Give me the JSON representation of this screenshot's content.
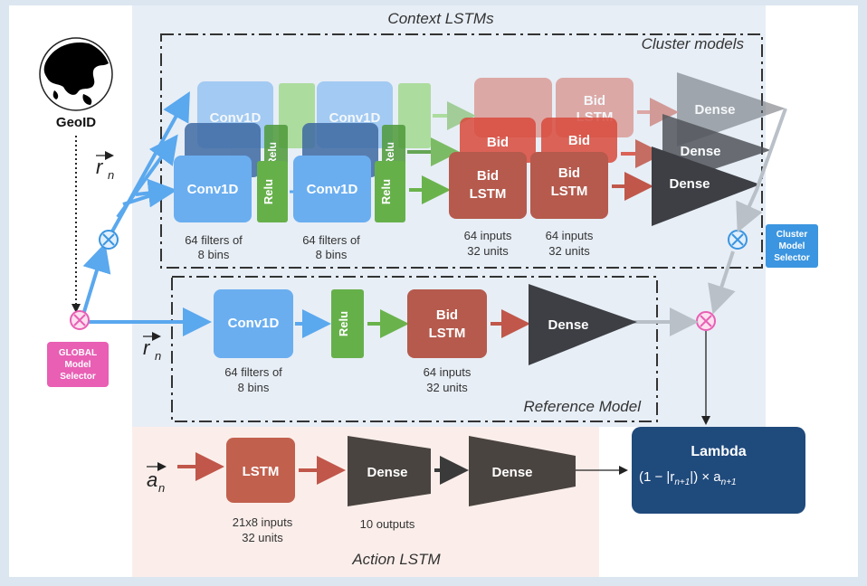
{
  "regions": {
    "context": "Context LSTMs",
    "cluster": "Cluster models",
    "reference": "Reference Model",
    "action": "Action LSTM"
  },
  "geo": {
    "label": "GeoID"
  },
  "inputs": {
    "r": "r",
    "r_sub": "n",
    "a": "a",
    "a_sub": "n"
  },
  "selectors": {
    "global": [
      "GLOBAL",
      "Model",
      "Selector"
    ],
    "cluster": [
      "Cluster",
      "Model",
      "Selector"
    ]
  },
  "blocks": {
    "conv": "Conv1D",
    "relu": "Relu",
    "bid": [
      "Bid",
      "LSTM"
    ],
    "dense": "Dense",
    "lstm": "LSTM"
  },
  "captions": {
    "conv": [
      "64 filters of",
      "8 bins"
    ],
    "bid": [
      "64 inputs",
      "32 units"
    ],
    "lstm": [
      "21x8 inputs",
      "32 units"
    ],
    "dense": "10 outputs"
  },
  "lambda": {
    "title": "Lambda",
    "formula": "(1 − |r",
    "formula_sub": "n+1",
    "formula_tail": "|) × a",
    "formula_tail_sub": "n+1"
  },
  "colors": {
    "conv": "#6aaef0",
    "relu": "#66b04a",
    "bid": "#b55a4d",
    "dense": "#3d3f44",
    "lstm": "#c2604e",
    "lambda": "#1f4a7c",
    "global_selector": "#e85fb4",
    "cluster_selector": "#3b95e0",
    "arrow_blue": "#5aa8ee",
    "arrow_green": "#6ab34c",
    "arrow_red": "#c0574a",
    "arrow_dark": "#3a3a3a"
  }
}
